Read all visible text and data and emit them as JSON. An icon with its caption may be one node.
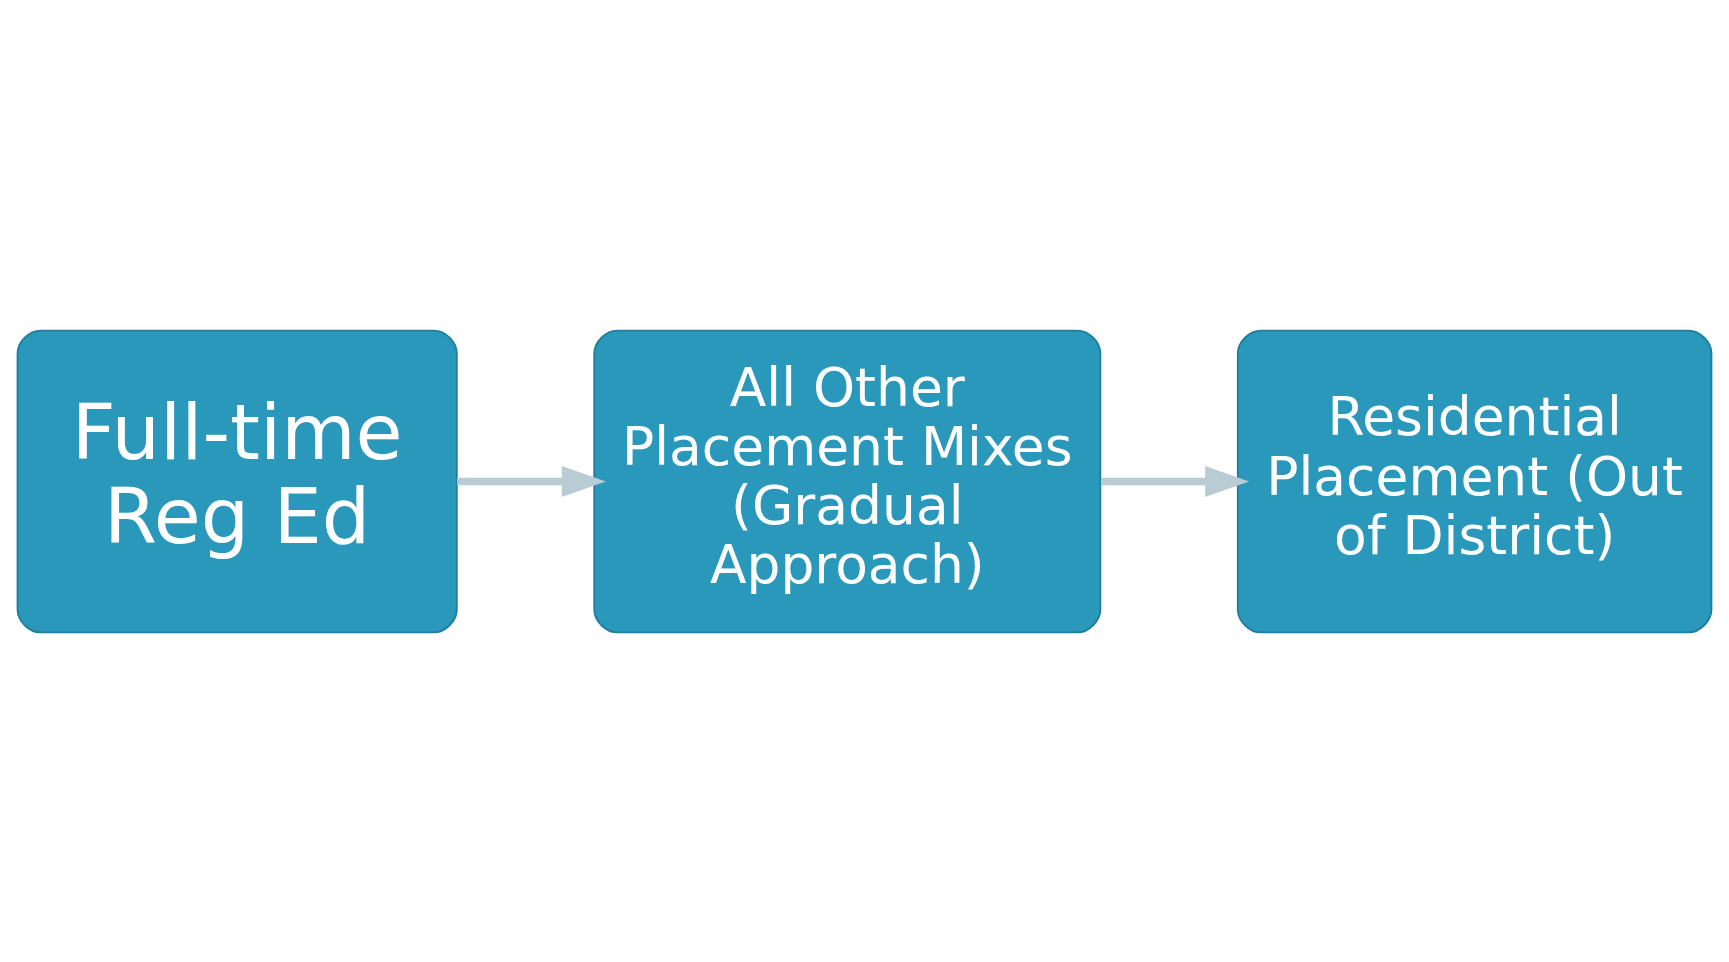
{
  "diagram": {
    "nodes": [
      {
        "text": [
          "Full-time Reg Ed"
        ]
      },
      {
        "text": [
          "All Other Placement Mixes (Gradual Approach)"
        ]
      },
      {
        "text": [
          "Residential Placement (Out of District)"
        ]
      }
    ],
    "edges": [
      {
        "from": 0,
        "to": 1,
        "arrow": "to"
      },
      {
        "from": 1,
        "to": 2,
        "arrow": "to"
      }
    ]
  }
}
